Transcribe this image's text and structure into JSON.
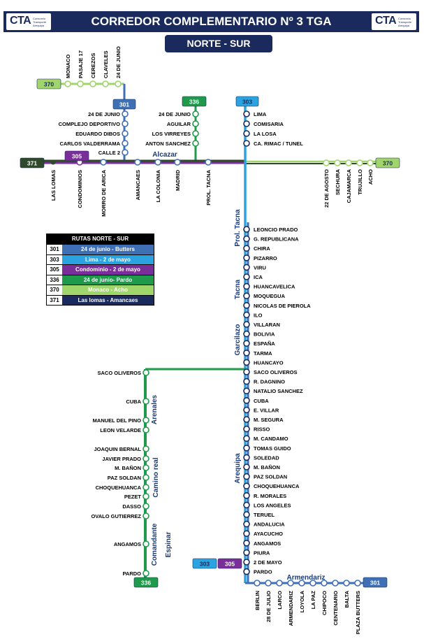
{
  "header": {
    "title": "CORREDOR COMPLEMENTARIO Nº 3 TGA",
    "logo_text": "CTA",
    "logo_subtext": "Consorcio Transporte Arequipa"
  },
  "direction": "NORTE - SUR",
  "colors": {
    "r301": "#3f6fb5",
    "r303": "#2aa3e0",
    "r305": "#7a2e9a",
    "r336": "#1e9a4a",
    "r370": "#9fd56b",
    "r371": "#2f4a2a",
    "header": "#1a2a5c"
  },
  "legend": {
    "title": "RUTAS NORTE - SUR",
    "rows": [
      {
        "code": "301",
        "name": "24 de junio - Butters",
        "color": "#3f6fb5"
      },
      {
        "code": "303",
        "name": "Lima - 2 de mayo",
        "color": "#2aa3e0"
      },
      {
        "code": "305",
        "name": "Condominio - 2 de mayo",
        "color": "#7a2e9a"
      },
      {
        "code": "336",
        "name": "24 de junio- Pardo",
        "color": "#1e9a4a"
      },
      {
        "code": "370",
        "name": "Monaco - Acho",
        "color": "#9fd56b"
      },
      {
        "code": "371",
        "name": "Las lomas - Amancaes",
        "color": "#1a2a5c"
      }
    ]
  },
  "badges": [
    {
      "code": "370",
      "color": "#9fd56b",
      "text_color": "#1a2a5c"
    },
    {
      "code": "301",
      "color": "#3f6fb5",
      "text_color": "#ffffff"
    },
    {
      "code": "336",
      "color": "#1e9a4a",
      "text_color": "#ffffff"
    },
    {
      "code": "303",
      "color": "#2aa3e0",
      "text_color": "#1a2a5c"
    },
    {
      "code": "305",
      "color": "#7a2e9a",
      "text_color": "#ffffff"
    },
    {
      "code": "371",
      "color": "#2f4a2a",
      "text_color": "#ffffff"
    },
    {
      "code": "370",
      "color": "#9fd56b",
      "text_color": "#1a2a5c"
    },
    {
      "code": "336",
      "color": "#1e9a4a",
      "text_color": "#ffffff"
    },
    {
      "code": "303",
      "color": "#2aa3e0",
      "text_color": "#1a2a5c"
    },
    {
      "code": "305",
      "color": "#7a2e9a",
      "text_color": "#ffffff"
    },
    {
      "code": "301",
      "color": "#3f6fb5",
      "text_color": "#ffffff"
    }
  ],
  "stops": {
    "top_370": [
      "MONACO",
      "PASAJE 17",
      "CEREZOS",
      "CLAVELES",
      "24 DE JUNIO"
    ],
    "line_301_top": [
      "24 DE JUNIO",
      "COMPLEJO DEPORTIVO",
      "EDUARDO DIBOS",
      "CARLOS VALDERRAMA",
      "CALLE 2"
    ],
    "line_336_top": [
      "24 DE JUNIO",
      "AGUILAR",
      "LOS VIRREYES",
      "ANTON SANCHEZ"
    ],
    "line_303_top": [
      "LIMA",
      "COMISARIA",
      "LA LOSA",
      "CA. RIMAC / TUNEL"
    ],
    "horizontal_left": [
      "LAS LOMAS",
      "CONDOMINIOS",
      "MORRO DE ARICA",
      "AMANCAES",
      "LA COLONIA",
      "MADRID",
      "PROL. TACNA"
    ],
    "horizontal_right": [
      "22 DE AGOSTO",
      "SECHURA",
      "CAJAMARCA",
      "TRUJILLO",
      "ACHO"
    ],
    "main_trunk": [
      "LEONCIO PRADO",
      "G. REPUBLICANA",
      "CHIRA",
      "PIZARRO",
      "VIRU",
      "ICA",
      "HUANCAVELICA",
      "MOQUEGUA",
      "NICOLAS DE PIEROLA",
      "ILO",
      "VILLARAN",
      "BOLIVIA",
      "ESPAÑA",
      "TARMA",
      "HUANCAYO",
      "SACO OLIVEROS",
      "R. DAGNINO",
      "NATALIO SANCHEZ",
      "CUBA",
      "E. VILLAR",
      "M. SEGURA",
      "RISSO",
      "M. CANDAMO",
      "TOMAS GUIDO",
      "SOLEDAD",
      "M. BAÑON",
      "PAZ SOLDAN",
      "CHOQUEHUANCA",
      "R. MORALES",
      "LOS ANGELES",
      "TERUEL",
      "ANDALUCIA",
      "AYACUCHO",
      "ANGAMOS",
      "PIURA",
      "2 DE MAYO",
      "PARDO"
    ],
    "branch_336": [
      "SACO OLIVEROS",
      "CUBA",
      "MANUEL DEL PINO",
      "LEON VELARDE",
      "JOAQUIN BERNAL",
      "JAVIER PRADO",
      "M. BAÑON",
      "PAZ SOLDAN",
      "CHOQUEHUANCA",
      "PEZET",
      "DASSO",
      "OVALO GUTIERREZ",
      "ANGAMOS",
      "PARDO"
    ],
    "bottom_301": [
      "BERLIN",
      "28 DE JULIO",
      "LARCO",
      "ARMENDARIZ",
      "LOYOLA",
      "LA PAZ",
      "CHIPOCO",
      "CENTENARIO",
      "BALTA",
      "PLAZA BUTTERS"
    ]
  },
  "street_labels": [
    "Alcazar",
    "Prol. Tacna",
    "Tacna",
    "Garcilazo",
    "Arequipa",
    "Arenales",
    "Camino real",
    "Comandante Espinar",
    "Armendariz"
  ]
}
